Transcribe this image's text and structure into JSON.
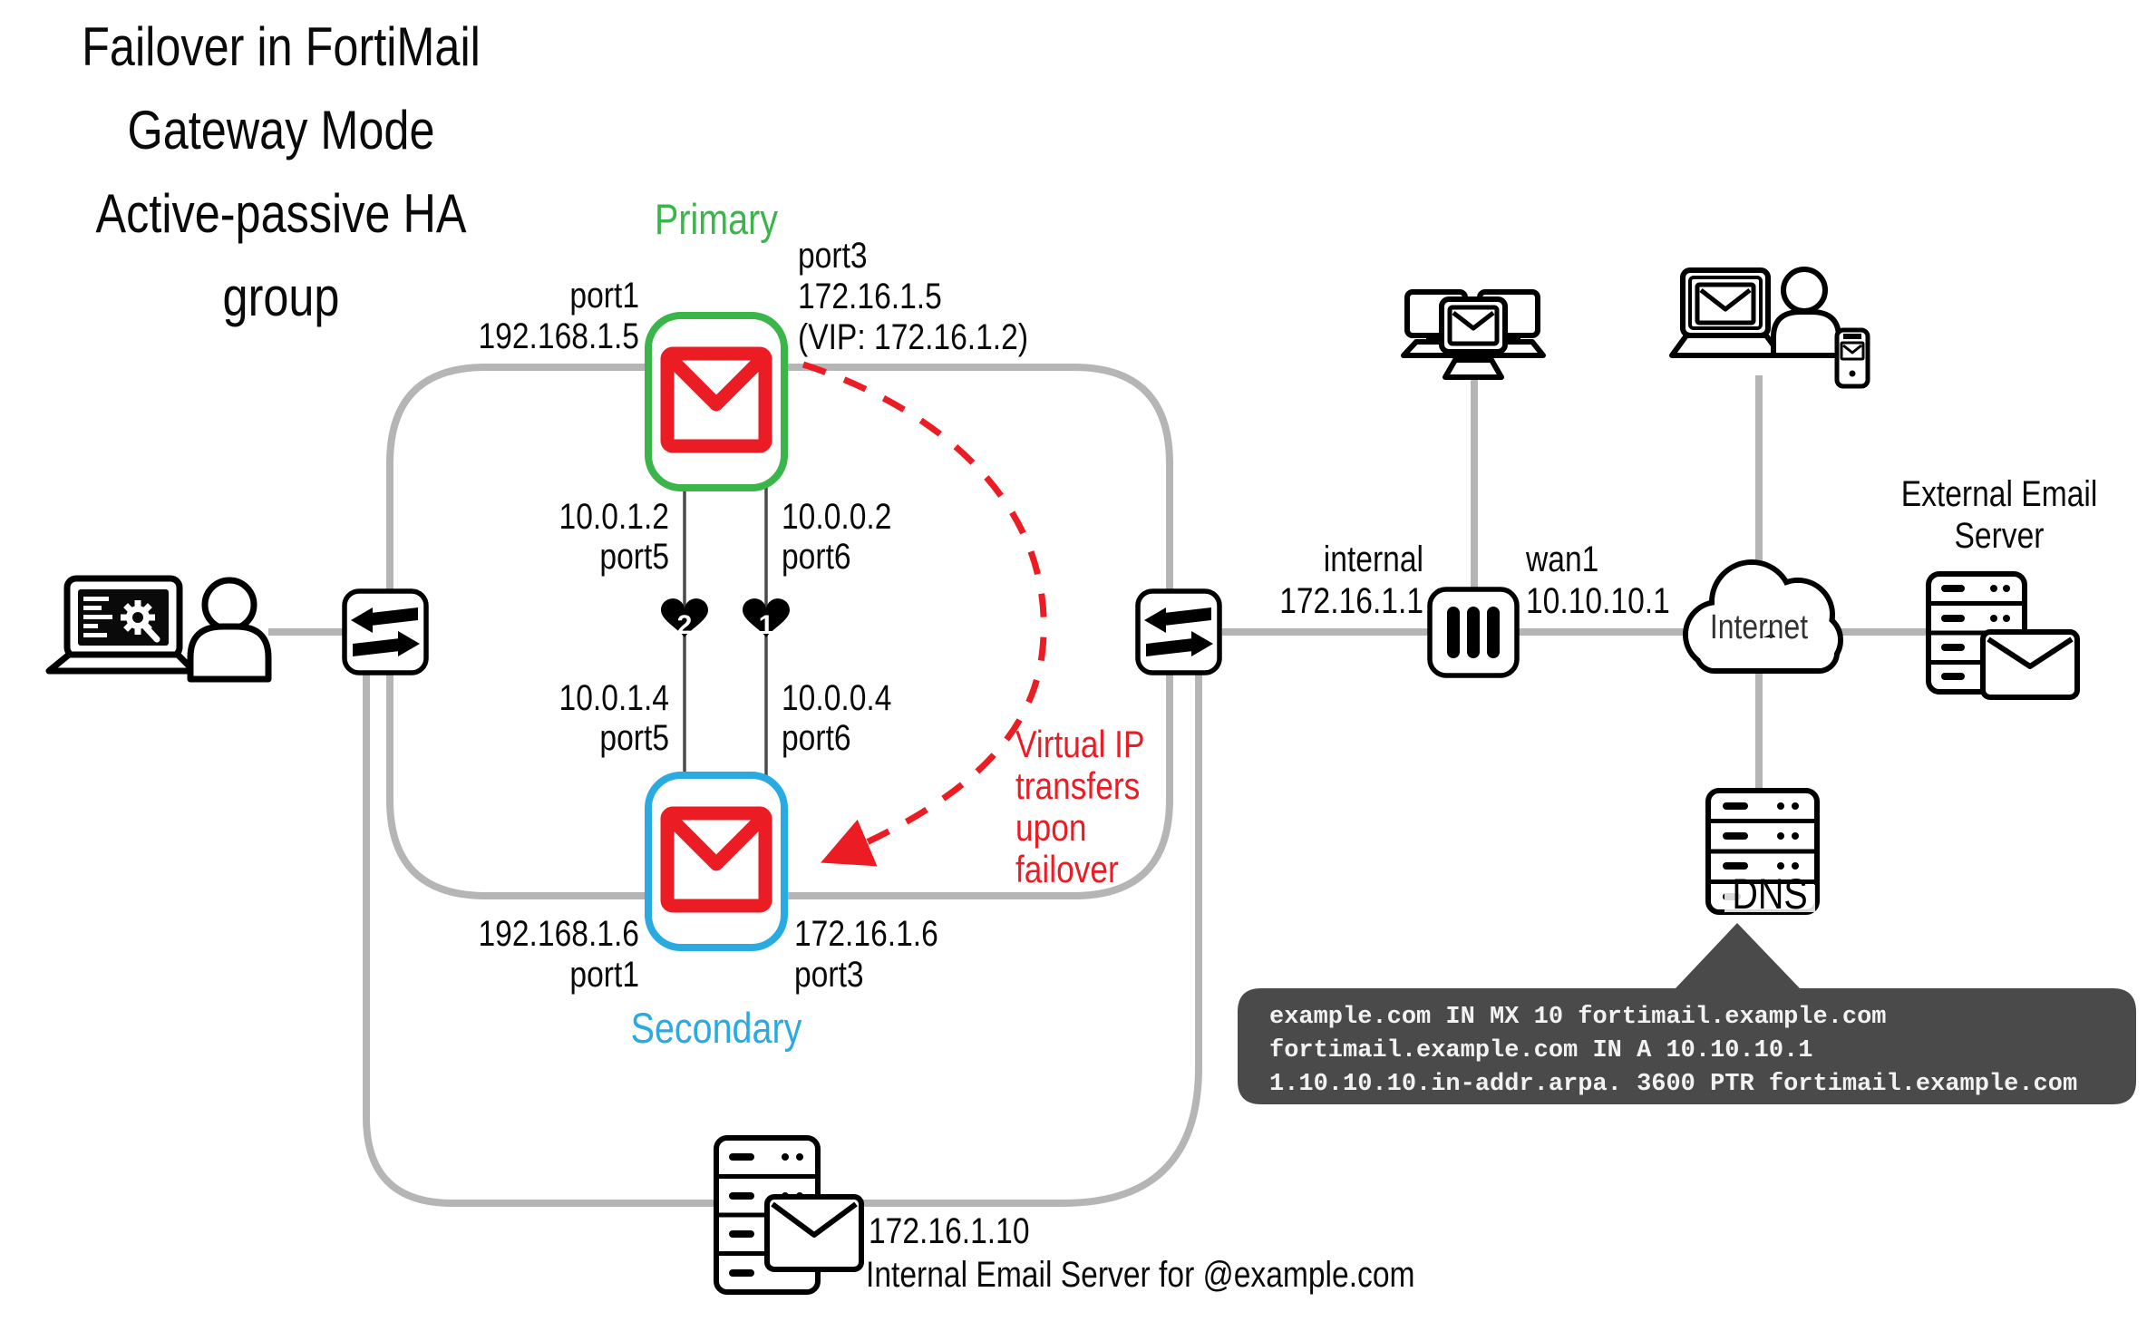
{
  "title": {
    "lines": [
      "Failover in FortiMail",
      "Gateway Mode",
      "Active-passive HA",
      "group"
    ]
  },
  "ha_group": {
    "primary": {
      "label": "Primary",
      "port1": [
        "port1",
        "192.168.1.5"
      ],
      "port3": [
        "port3",
        "172.16.1.5",
        "(VIP: 172.16.1.2)"
      ]
    },
    "secondary": {
      "label": "Secondary",
      "port1": [
        "192.168.1.6",
        "port1"
      ],
      "port3": [
        "172.16.1.6",
        "port3"
      ]
    },
    "heartbeat": {
      "link2": {
        "top": [
          "10.0.1.2",
          "port5"
        ],
        "bottom": [
          "10.0.1.4",
          "port5"
        ],
        "number": "2"
      },
      "link1": {
        "top": [
          "10.0.0.2",
          "port6"
        ],
        "bottom": [
          "10.0.0.4",
          "port6"
        ],
        "number": "1"
      }
    },
    "failover_note": [
      "Virtual IP",
      "transfers",
      "upon",
      "failover"
    ]
  },
  "network": {
    "internal": [
      "internal",
      "172.16.1.1"
    ],
    "wan": [
      "wan1",
      "10.10.10.1"
    ],
    "internet": "Internet",
    "dns": "DNS"
  },
  "servers": {
    "external": [
      "External Email",
      "Server"
    ],
    "internal": {
      "ip": "172.16.1.10",
      "caption": "Internal Email Server for @example.com"
    }
  },
  "dns_records": [
    "example.com IN MX 10 fortimail.example.com",
    "fortimail.example.com IN A 10.10.10.1",
    "1.10.10.10.in-addr.arpa. 3600 PTR fortimail.example.com"
  ],
  "colors": {
    "primary_green": "#39B54A",
    "secondary_blue": "#29ABE2",
    "fortimail_red": "#EC1C24",
    "line_gray": "#B5B5B5",
    "callout_dark": "#4A4A4A"
  }
}
